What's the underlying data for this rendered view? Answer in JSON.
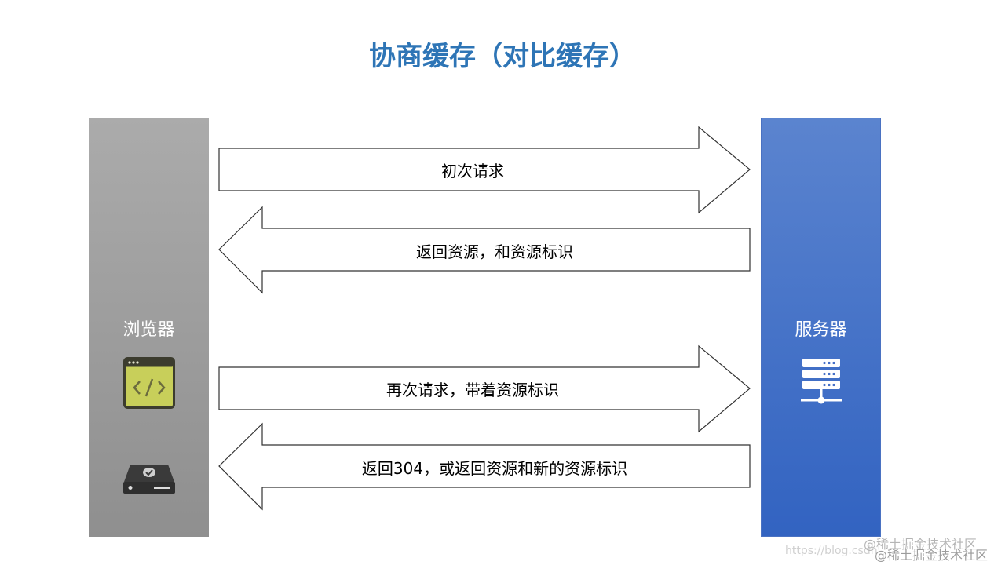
{
  "title": "协商缓存（对比缓存）",
  "browser": {
    "label": "浏览器",
    "color_top": "#ababab",
    "color_bottom": "#8f8f8f"
  },
  "server": {
    "label": "服务器",
    "color_top": "#5b84cf",
    "color_bottom": "#3263c1"
  },
  "arrows": [
    {
      "direction": "right",
      "label": "初次请求"
    },
    {
      "direction": "left",
      "label": "返回资源，和资源标识"
    },
    {
      "direction": "right",
      "label": "再次请求，带着资源标识"
    },
    {
      "direction": "left",
      "label": "返回304，或返回资源和新的资源标识"
    }
  ],
  "icons": {
    "browser_top": "code-window-icon",
    "browser_bottom": "hard-drive-icon",
    "server": "server-rack-icon"
  },
  "watermark": {
    "url": "https://blog.csdn",
    "brand_1": "@稀土掘金技术社区",
    "brand_2": "@稀土掘金技术社区"
  },
  "colors": {
    "title": "#2e75b6",
    "icon_green": "#c8cf5a",
    "icon_dark": "#4a4a3a"
  }
}
